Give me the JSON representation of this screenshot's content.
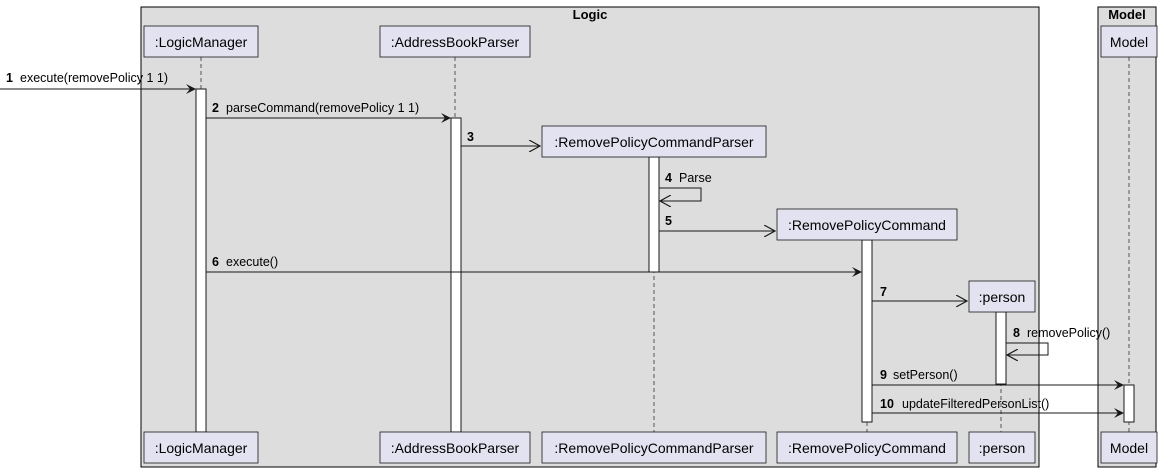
{
  "groups": {
    "logic": {
      "title": "Logic"
    },
    "model": {
      "title": "Model"
    }
  },
  "participants": {
    "logic_manager": ":LogicManager",
    "address_book_parser": ":AddressBookParser",
    "remove_policy_command_parser": ":RemovePolicyCommandParser",
    "remove_policy_command": ":RemovePolicyCommand",
    "person": ":person",
    "model": "Model"
  },
  "messages": [
    {
      "num": "1",
      "text": "execute(removePolicy 1 1)"
    },
    {
      "num": "2",
      "text": "parseCommand(removePolicy 1 1)"
    },
    {
      "num": "3",
      "text": ""
    },
    {
      "num": "4",
      "text": "Parse"
    },
    {
      "num": "5",
      "text": ""
    },
    {
      "num": "6",
      "text": "execute()"
    },
    {
      "num": "7",
      "text": ""
    },
    {
      "num": "8",
      "text": "removePolicy()"
    },
    {
      "num": "9",
      "text": "setPerson()"
    },
    {
      "num": "10",
      "text": "updateFilteredPersonList()"
    }
  ],
  "colors": {
    "group_fill": "#dddddd",
    "participant_fill": "#e2e2f0",
    "activation_fill": "#ffffff",
    "line": "#181818"
  }
}
